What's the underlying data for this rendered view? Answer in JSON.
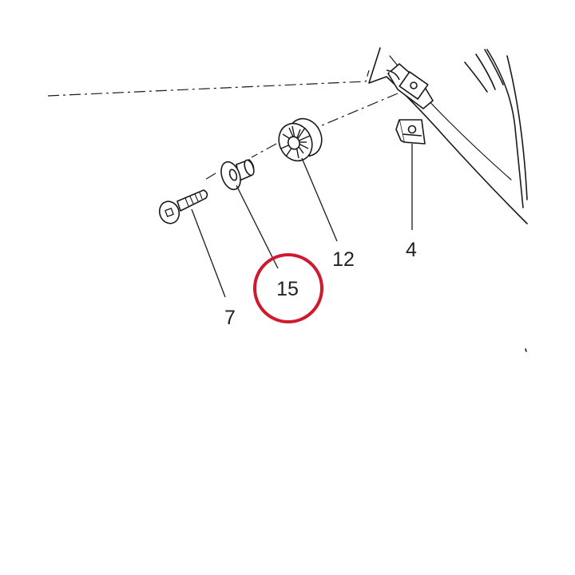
{
  "diagram": {
    "labels": {
      "bolt": "7",
      "washer": "15",
      "grommet": "12",
      "clip_nut": "4"
    },
    "highlight": {
      "part": "15",
      "color": "#d0182f"
    },
    "line_color": "#1a1a1a"
  }
}
